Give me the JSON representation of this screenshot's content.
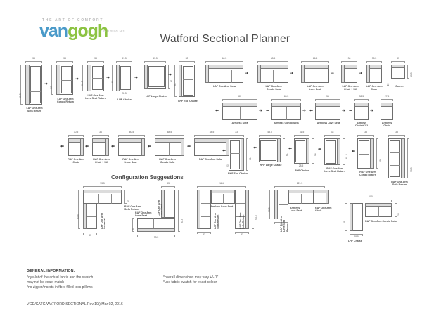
{
  "header": {
    "logo_tagline": "THE ART OF COMFORT",
    "logo_van": "van",
    "logo_gogh": "gogh",
    "logo_designs": "DESIGNS",
    "title": "Watford Sectional Planner"
  },
  "sections": {
    "config_heading": "Configuration Suggestions"
  },
  "row1": {
    "items": [
      {
        "name": "LAF One Arm\nSofa Return",
        "width": "33",
        "depth": "93.5"
      },
      {
        "name": "LAF One Arm\nCondo Return",
        "width": "33",
        "depth": "69"
      },
      {
        "name": "LAF One Arm\nLove Seat Return",
        "width": "33",
        "depth": "61.5"
      },
      {
        "name": "LHF Chaise",
        "width": "31.5",
        "depth": "61",
        "sub": "28.5"
      },
      {
        "name": "LHF Large Chaise",
        "width": "43.5",
        "depth": "61",
        "sub": "43"
      },
      {
        "name": "LHF End Chaise",
        "width": "33",
        "depth": "61",
        "sub": "33"
      },
      {
        "name": "LAF One Arm Sofa",
        "width": "64.5",
        "depth": ""
      },
      {
        "name": "LAF One Arm\nCondo Sofa",
        "width": "68.5",
        "depth": ""
      },
      {
        "name": "LAF One Arm\nLove Seat",
        "width": "66.5",
        "depth": ""
      },
      {
        "name": "LAF One Arm\nChair + 1/2",
        "width": "36",
        "depth": ""
      },
      {
        "name": "LAF One Arm\nChair",
        "width": "35.5",
        "depth": ""
      },
      {
        "name": "Corner",
        "width": "33",
        "depth": "33.5"
      }
    ]
  },
  "row2": {
    "items": [
      {
        "name": "Armless Sofa",
        "width": "81"
      },
      {
        "name": "Armless Condo Sofa",
        "width": "65.5"
      },
      {
        "name": "Armless Love Seat",
        "width": "56"
      },
      {
        "name": "Armless\nChair + 1/2",
        "width": "32.5"
      },
      {
        "name": "Armless\nChair",
        "width": "27.5"
      }
    ]
  },
  "row3": {
    "items": [
      {
        "name": "RAF One Arm\nChair",
        "width": "30.5"
      },
      {
        "name": "RAF One Arm\nChair + 1/2",
        "width": "36"
      },
      {
        "name": "RAF One Arm\nLove Seat",
        "width": "60.5"
      },
      {
        "name": "RAF One Arm\nCondo Sofa",
        "width": "68.5"
      },
      {
        "name": "RAF One Arm Sofa",
        "width": "84.5"
      },
      {
        "name": "RHF End Chaise",
        "width": "33",
        "depth": "61",
        "sub": "20"
      },
      {
        "name": "RHF Large Chaise",
        "width": "43.5",
        "depth": "61",
        "sub": "43"
      },
      {
        "name": "RHF Chaise",
        "width": "31.5",
        "depth": "56",
        "sub": "28.5"
      },
      {
        "name": "RAF One Arm\nLove Seat Return",
        "width": "33",
        "depth": "61.5"
      },
      {
        "name": "RAF One Arm\nCondo Return",
        "width": "33",
        "depth": "69"
      },
      {
        "name": "RAF One Arm\nSofa Return",
        "width": "33",
        "depth": "93.5"
      }
    ]
  },
  "configs": [
    {
      "id": "config-1",
      "overall_w": "93.5",
      "overall_h": "93.5",
      "dims": [
        "33",
        "33",
        "33"
      ],
      "parts": [
        "RAF One Arm\nSofa Return",
        "LAF One Arm\nLoveseat"
      ]
    },
    {
      "id": "config-2",
      "overall_w": "93.5",
      "overall_h": "93.5",
      "dims": [
        "33",
        "33",
        "33"
      ],
      "parts": [
        "RAF One Arm\nLove Seat",
        "LAF One Arm\nLove Seat"
      ]
    },
    {
      "id": "config-3",
      "overall_w": "124",
      "overall_h": "93.5",
      "dims": [
        "33",
        "33"
      ],
      "parts": [
        "Armless Love Seat",
        "LAF One Arm\nSofa Return",
        "RAF One Arm\nSofa Return"
      ]
    },
    {
      "id": "config-4",
      "overall_w": "121.5",
      "overall_h": "93.5",
      "dims": [
        "33"
      ],
      "parts": [
        "Armless\nLove Seat",
        "RAF One Arm\nChair",
        "LAF One Arm\nLove Seat\nReturn"
      ]
    },
    {
      "id": "config-5",
      "overall_w": "100",
      "dims": [
        "28.5",
        "58",
        "33"
      ],
      "parts": [
        "RAF One Arm Condo Sofa",
        "LHF Chaise"
      ]
    }
  ],
  "footer": {
    "general_title": "GENERAL INFORMATION:",
    "left_notes": "*dye-lot of the actual fabric and the swatch\n  may not be exact match\n*no zipper/inserts in fibre filled toss pillows",
    "right_notes": "*overall dimensions may vary +/- 1\"\n*use fabric swatch for exact colour",
    "revision": "VGD/CATG/WATFORD SECTIONAL Rev.10i) Mar 02, 2016"
  }
}
